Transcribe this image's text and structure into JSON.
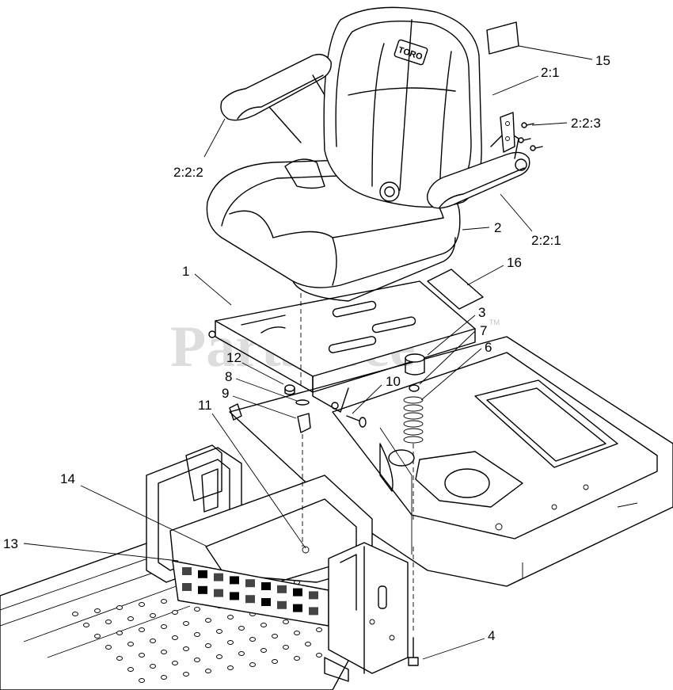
{
  "watermark": "PartsTree",
  "watermark_mark": "TM",
  "seat_brand": "TORO",
  "callouts": [
    {
      "id": "c15",
      "text": "15"
    },
    {
      "id": "c2-1",
      "text": "2:1"
    },
    {
      "id": "c2-2-3",
      "text": "2:2:3"
    },
    {
      "id": "c2-2-2",
      "text": "2:2:2"
    },
    {
      "id": "c2-2-1",
      "text": "2:2:1"
    },
    {
      "id": "c2",
      "text": "2"
    },
    {
      "id": "c16",
      "text": "16"
    },
    {
      "id": "c1",
      "text": "1"
    },
    {
      "id": "c3",
      "text": "3"
    },
    {
      "id": "c7",
      "text": "7"
    },
    {
      "id": "c6",
      "text": "6"
    },
    {
      "id": "c12",
      "text": "12"
    },
    {
      "id": "c8",
      "text": "8"
    },
    {
      "id": "c10",
      "text": "10"
    },
    {
      "id": "c9",
      "text": "9"
    },
    {
      "id": "c11",
      "text": "11"
    },
    {
      "id": "c14",
      "text": "14"
    },
    {
      "id": "c13",
      "text": "13"
    },
    {
      "id": "c4",
      "text": "4"
    }
  ]
}
